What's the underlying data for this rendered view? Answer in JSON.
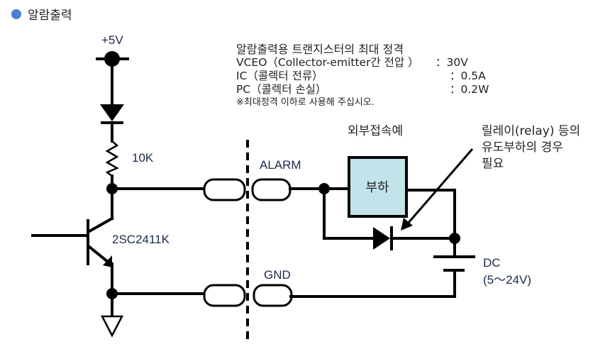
{
  "section": {
    "title": "알람출력",
    "bullet_color": "#4a7fd4"
  },
  "supply": {
    "label": "+5V"
  },
  "resistor": {
    "label": "10K"
  },
  "transistor": {
    "label": "2SC2411K"
  },
  "ratings": {
    "heading": "알람출력용 트랜지스터의 최대 정격",
    "rows": [
      {
        "name": "VCEO（Collector-emitter간 전압 ）",
        "value": "：30V"
      },
      {
        "name": "IC（콜렉터 전류）",
        "value": "：0.5A"
      },
      {
        "name": "PC（콜렉터 손실）",
        "value": "：0.2W"
      }
    ],
    "note": "※최대정격 이하로 사용해 주십시오."
  },
  "terminals": {
    "alarm": "ALARM",
    "gnd": "GND"
  },
  "external": {
    "title": "외부접속예",
    "load_label": "부하",
    "load_color": "#c0e4ea",
    "note_lines": [
      "릴레이(relay) 등의",
      "유도부하의 경우",
      "필요"
    ],
    "dc_label": "DC",
    "dc_range": "(5～24V)"
  }
}
